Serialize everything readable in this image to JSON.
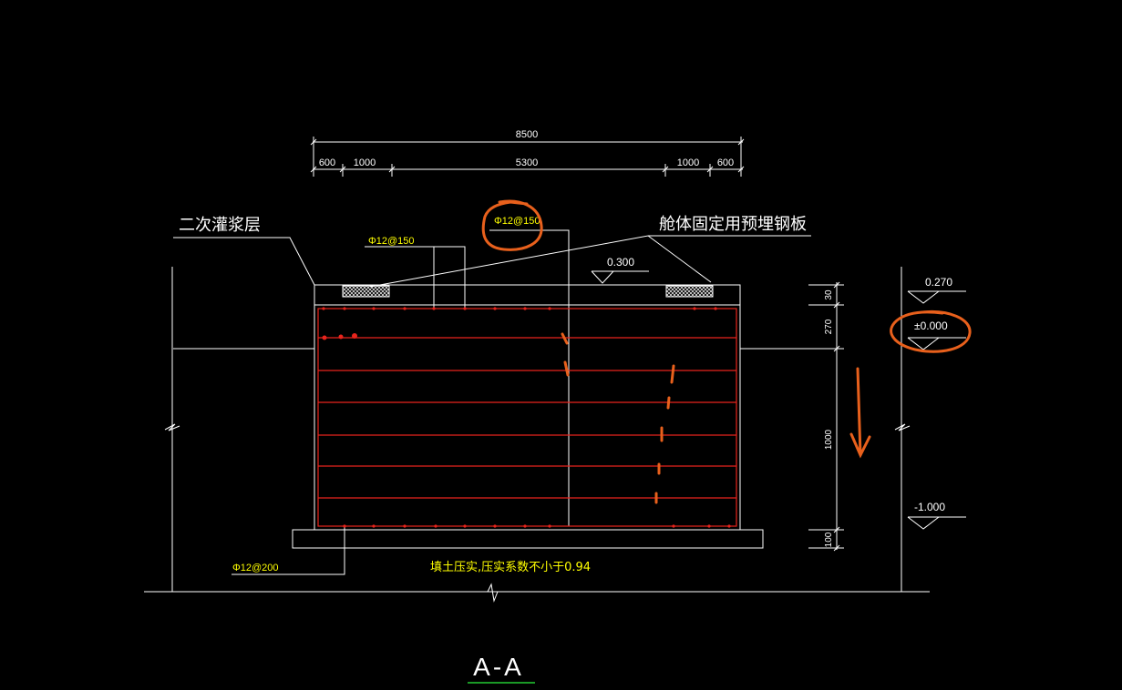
{
  "colors": {
    "background": "#000000",
    "line": "#ffffff",
    "rebar": "#e8241c",
    "rebar_label": "#ffff00",
    "markup": "#e8601c",
    "title_underline": "#22cc33",
    "hatch": "#ffffff"
  },
  "dimensions": {
    "overall": "8500",
    "segments": [
      "600",
      "1000",
      "5300",
      "1000",
      "600"
    ],
    "right_side": [
      "30",
      "270",
      "1000",
      "100"
    ]
  },
  "labels": {
    "grout_layer": "二次灌浆层",
    "embedded_plate": "舱体固定用预埋钢板",
    "rebar_top_left": "Φ12@150",
    "rebar_top_circled": "Φ12@150",
    "rebar_bottom": "Φ12@200",
    "fill_note": "填土压实,压实系数不小于0.94",
    "section_title": "A-A"
  },
  "elevations": {
    "slab_top": "0.300",
    "right_top": "0.270",
    "right_zero": "±0.000",
    "right_bottom": "-1.000"
  },
  "icons": {
    "break_symbol": "break-line-icon",
    "elevation_marker": "triangle-down-icon",
    "markup_arrow": "arrow-down-icon"
  }
}
